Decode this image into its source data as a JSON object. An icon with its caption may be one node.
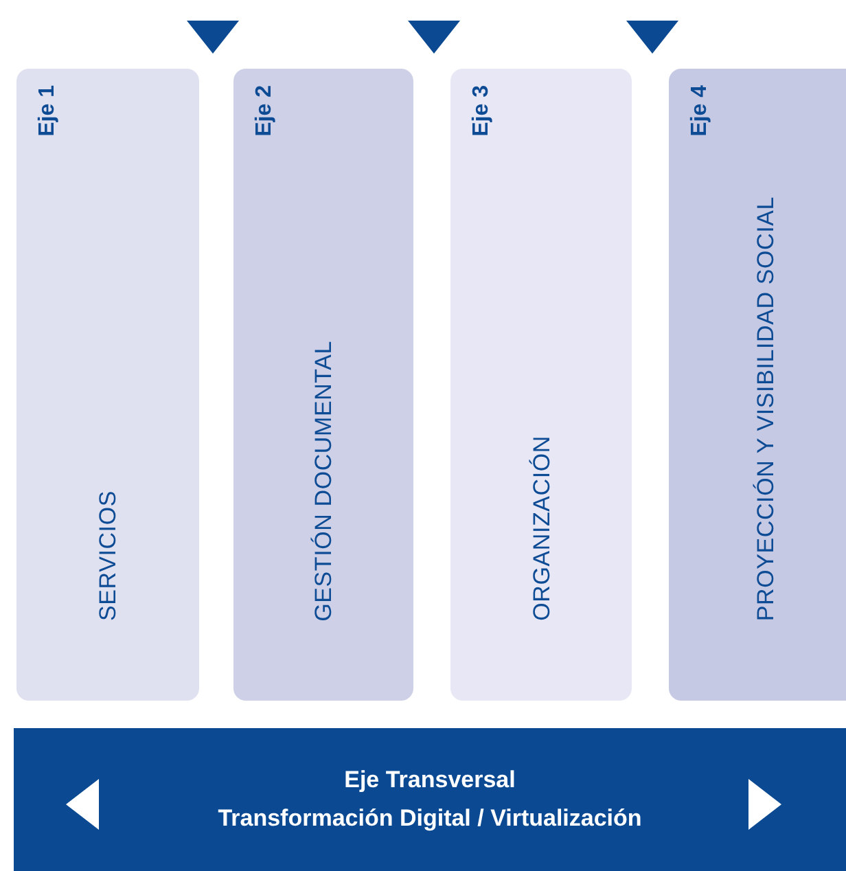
{
  "diagram": {
    "nodes": [
      {
        "text": [
          "Eje 1",
          "SERVICIOS"
        ]
      },
      {
        "text": [
          "Eje 2",
          "GESTIÓN DOCUMENTAL"
        ]
      },
      {
        "text": [
          "Eje 3",
          "ORGANIZACIÓN"
        ]
      },
      {
        "text": [
          "Eje 4",
          "PROYECCIÓN Y VISIBILIDAD SOCIAL"
        ]
      },
      {
        "text": [
          "Eje Transversal",
          "Transformación Digital / Virtualización"
        ]
      }
    ]
  }
}
